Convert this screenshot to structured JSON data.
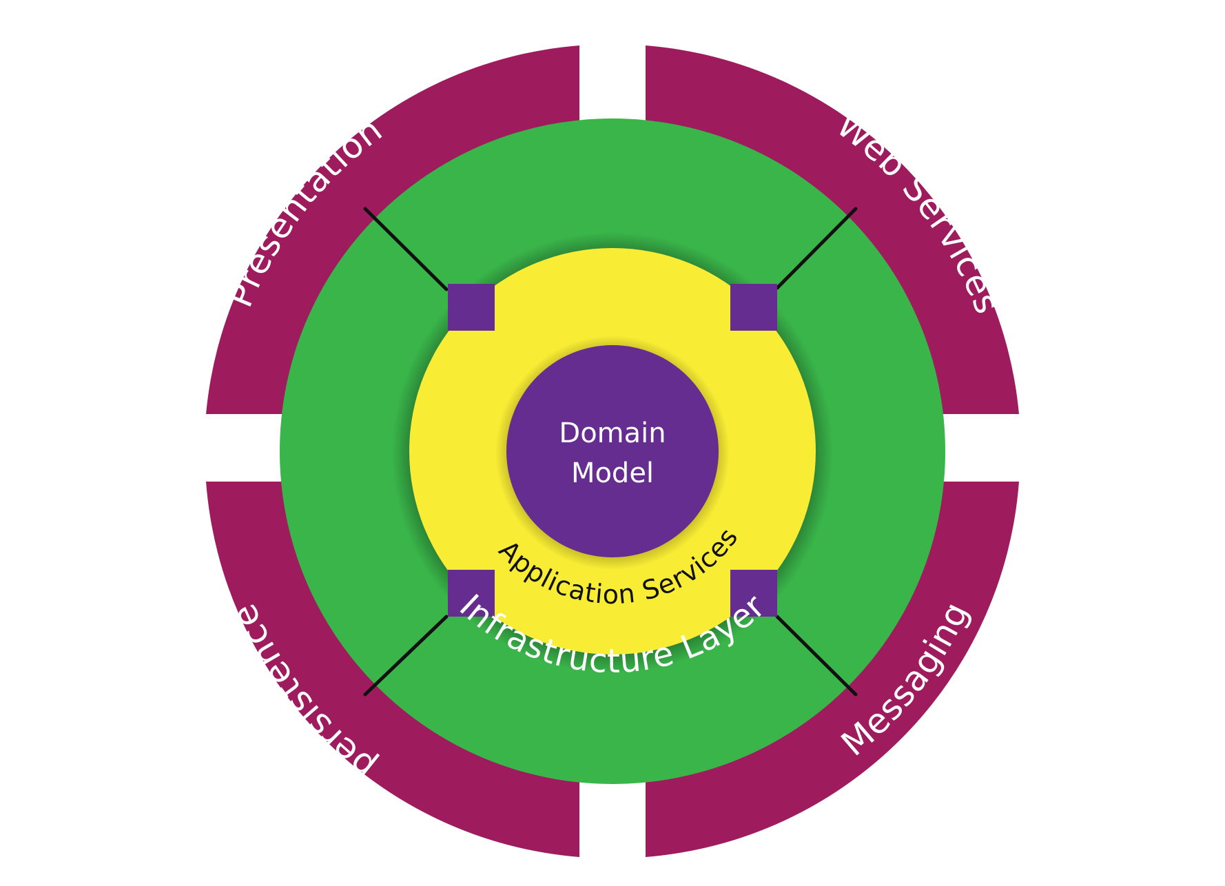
{
  "diagram": {
    "outer_ring": {
      "color": "#9E1C5E",
      "segments": {
        "top_left": "Presentation",
        "top_right": "Web Services",
        "bottom_left": "persistence",
        "bottom_right": "Messaging"
      }
    },
    "infrastructure_layer": {
      "label": "Infrastructure Layer",
      "color": "#3AB54A"
    },
    "application_services": {
      "label": "Application Services",
      "color": "#F8EC34"
    },
    "domain_model": {
      "line1": "Domain",
      "line2": "Model",
      "color": "#652D90"
    },
    "port_color": "#652D90",
    "connector_color": "#111111"
  }
}
